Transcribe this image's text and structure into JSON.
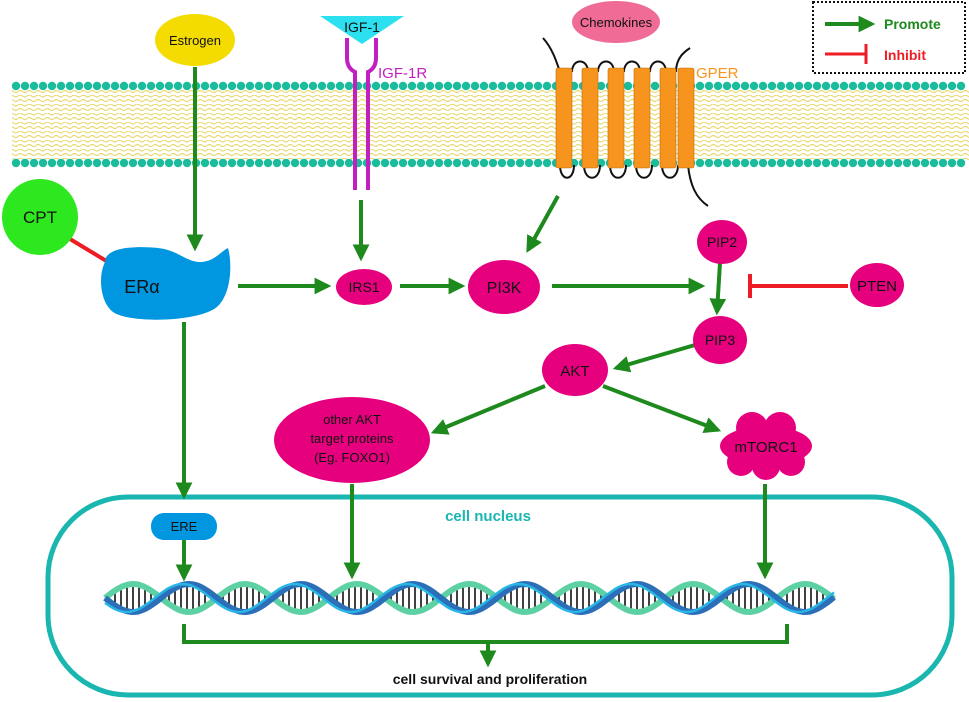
{
  "legend": {
    "promote_label": "Promote",
    "inhibit_label": "Inhibit"
  },
  "molecules": {
    "estrogen": "Estrogen",
    "igf1": "IGF-1",
    "igf1r": "IGF-1R",
    "chemokines": "Chemokines",
    "gper": "GPER",
    "cpt": "CPT",
    "er_alpha": "ERα",
    "irs1": "IRS1",
    "pi3k": "PI3K",
    "pip2": "PIP2",
    "pip3": "PIP3",
    "pten": "PTEN",
    "akt": "AKT",
    "other_akt_line1": "other AKT",
    "other_akt_line2": "target proteins",
    "other_akt_line3": "(Eg. FOXO1)",
    "mtorc1": "mTORC1",
    "ere": "ERE"
  },
  "nucleus_label": "cell nucleus",
  "outcome_label": "cell survival and proliferation",
  "colors": {
    "promote": "#1e8a1e",
    "inhibit": "#ee1c24",
    "magenta": "#e6007e",
    "er_blue": "#0096e0",
    "cpt_green": "#2ee81f",
    "estrogen_yellow": "#f5dc00",
    "igf1_cyan": "#2ce0f0",
    "igf1r_purple": "#c21fc0",
    "chemokine_pink": "#f06c96",
    "gper_orange": "#f7941d",
    "nucleus_teal": "#1ab6b0",
    "membrane_teal": "#1abc9c",
    "lipid_tail": "#e8d76a"
  }
}
